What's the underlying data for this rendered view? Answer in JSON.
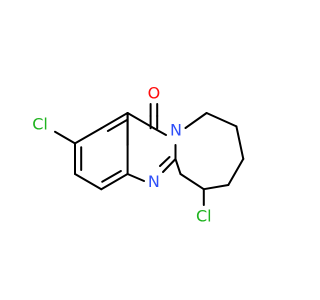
{
  "molecule": {
    "atoms": [
      {
        "id": "O",
        "label": "O",
        "color": "#ff0d0d"
      },
      {
        "id": "N1",
        "label": "N",
        "color": "#3050f8"
      },
      {
        "id": "N2",
        "label": "N",
        "color": "#3050f8"
      },
      {
        "id": "Cl1",
        "label": "Cl",
        "color": "#1fb31f"
      },
      {
        "id": "Cl2",
        "label": "Cl",
        "color": "#1fb31f"
      }
    ]
  }
}
